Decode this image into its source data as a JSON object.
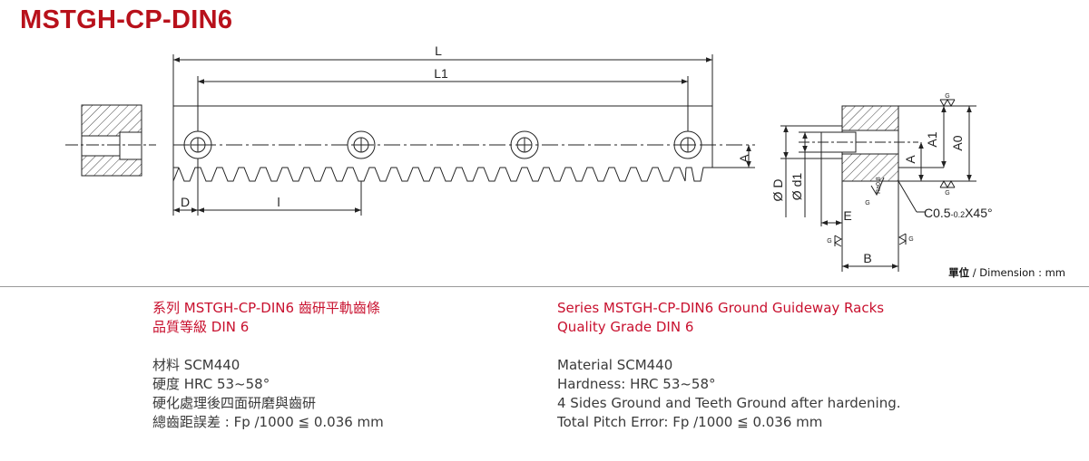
{
  "title": "MSTGH-CP-DIN6",
  "drawing": {
    "labels": {
      "L": "L",
      "L1": "L1",
      "D": "D",
      "l": "l",
      "A": "A",
      "A_side": "A",
      "A1": "A1",
      "A0": "A0",
      "phi_D": "Ø D",
      "phi_d1": "Ø d1",
      "E": "E",
      "B": "B",
      "chamfer": "C0.5",
      "chamfer_tol": "-0.2",
      "chamfer_angle": "X45°",
      "roughness": "Ra0.8",
      "grind": "G"
    }
  },
  "dimension_note": {
    "unit_label": "單位",
    "separator": " / ",
    "text": "Dimension : mm"
  },
  "specs_zh": {
    "series": "系列 MSTGH-CP-DIN6 齒研平軌齒條",
    "quality": "品質等級 DIN 6",
    "material": "材料 SCM440",
    "hardness": "硬度 HRC 53~58°",
    "process": "硬化處理後四面研磨與齒研",
    "pitch": "總齒距誤差 : Fp /1000 ≦ 0.036 mm"
  },
  "specs_en": {
    "series": "Series MSTGH-CP-DIN6 Ground Guideway Racks",
    "quality": "Quality Grade DIN 6",
    "material": "Material SCM440",
    "hardness": "Hardness: HRC 53~58°",
    "process": "4 Sides Ground and Teeth Ground after hardening.",
    "pitch": "Total Pitch Error: Fp /1000 ≦ 0.036 mm"
  },
  "colors": {
    "brand_red": "#b8111b",
    "spec_red": "#c8102e",
    "line": "#222222"
  }
}
